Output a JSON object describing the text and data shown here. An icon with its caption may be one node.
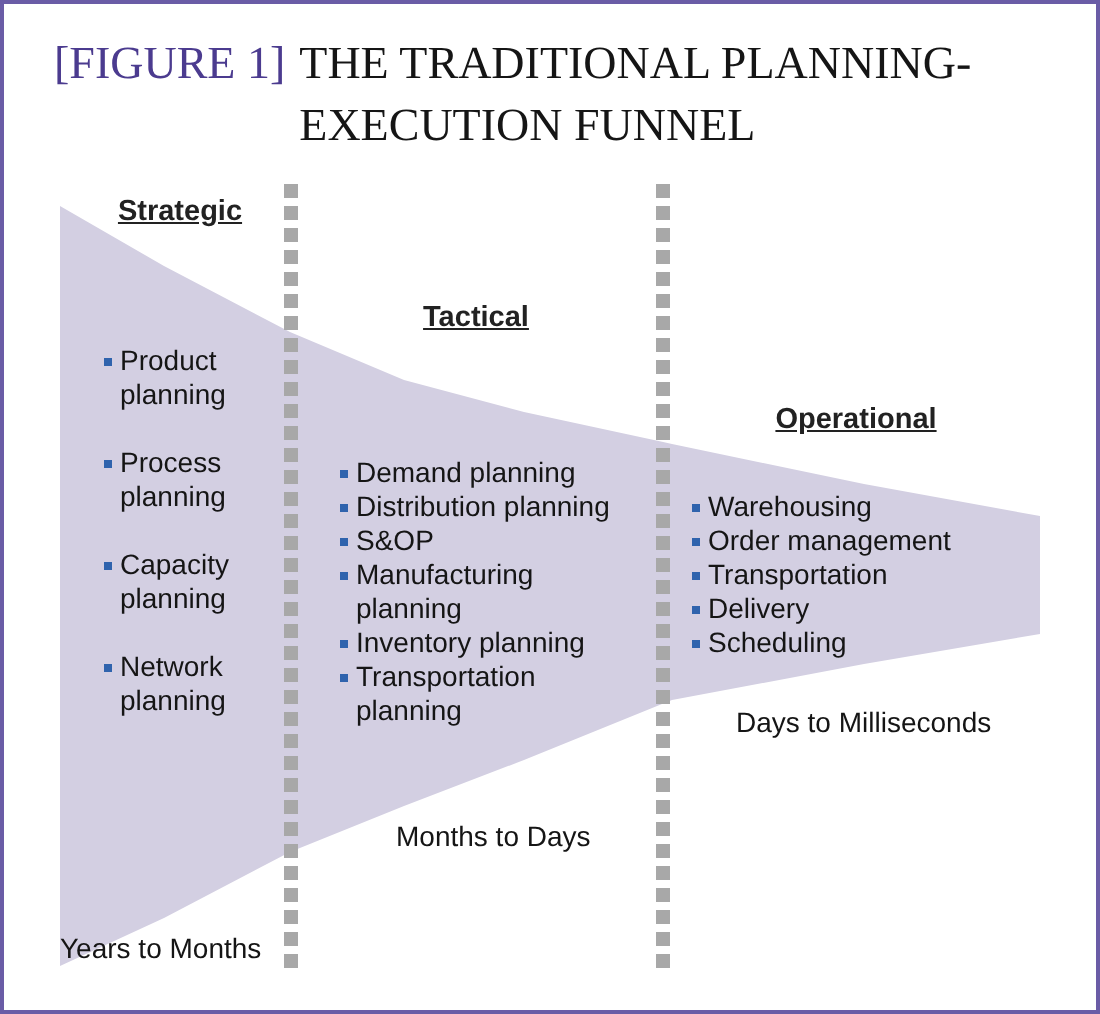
{
  "diagram": {
    "title": "THE TRADITIONAL PLANNING-EXECUTION FUNNEL",
    "nodes": [
      {
        "text": [
          "Strategic",
          "Product planning",
          "Process planning",
          "Capacity planning",
          "Network planning"
        ],
        "beside": [
          "Years to Months"
        ]
      },
      {
        "text": [
          "Tactical",
          "Demand planning",
          "Distribution planning",
          "S&OP",
          "Manufacturing planning",
          "Inventory planning",
          "Transportation planning"
        ],
        "beside": [
          "Months to Days"
        ]
      },
      {
        "text": [
          "Operational",
          "Warehousing",
          "Order management",
          "Transportation",
          "Delivery",
          "Scheduling"
        ],
        "beside": [
          "Days to Milliseconds"
        ]
      }
    ],
    "labels": [
      "[FIGURE 1]"
    ]
  }
}
